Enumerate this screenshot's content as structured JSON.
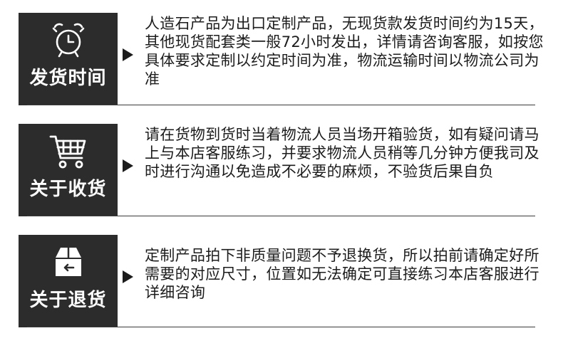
{
  "sections": [
    {
      "title": "发货时间",
      "icon": "alarm-clock-icon",
      "text": "人造石产品为出口定制产品，无现货款发货时间约为15天，其他现货配套类一般72小时发出，详情请咨询客服，如按您具体要求定制以约定时间为准，物流运输时间以物流公司为准"
    },
    {
      "title": "关于收货",
      "icon": "shopping-cart-icon",
      "text": "请在货物到货时当着物流人员当场开箱验货，如有疑问请马上与本店客服练习，并要求物流人员稍等几分钟方便我司及时进行沟通以免造成不必要的麻烦，不验货后果自负"
    },
    {
      "title": "关于退货",
      "icon": "return-box-icon",
      "text": "定制产品拍下非质量问题不予退换货，所以拍前请确定好所需要的对应尺寸，位置如无法确定可直接练习本店客服进行详细咨询"
    }
  ],
  "colors": {
    "tile_bg": "#2c2c2c",
    "text": "#1c1c1c",
    "rule": "#3a3a3a"
  }
}
